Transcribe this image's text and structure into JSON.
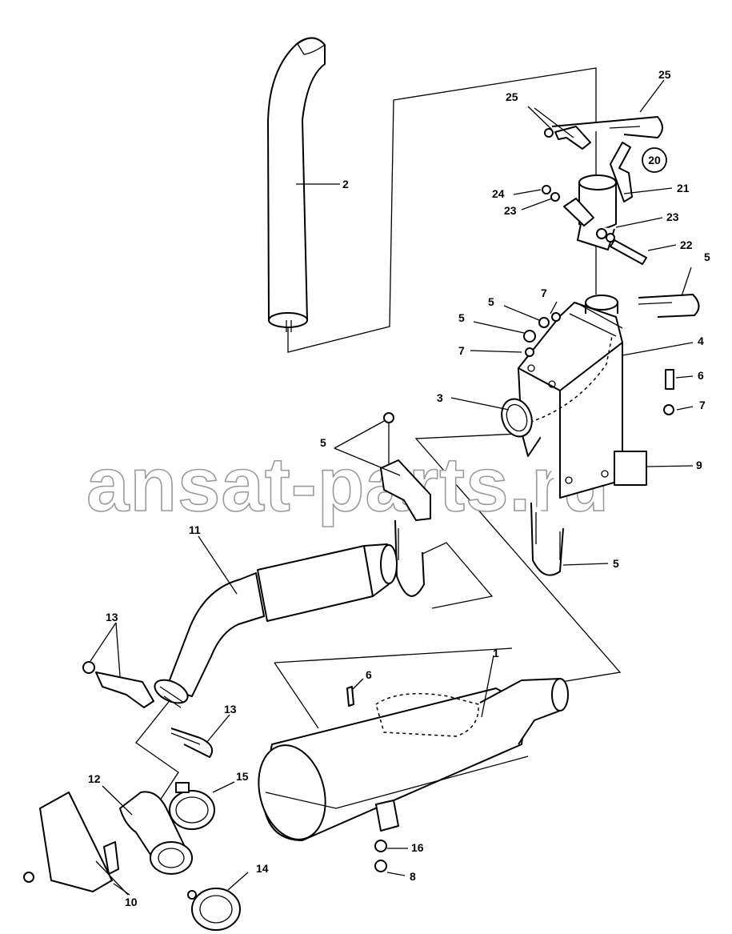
{
  "watermark": "ansat-parts.ru",
  "group_ref": "20",
  "callouts": {
    "c1": "1",
    "c2": "2",
    "c3": "3",
    "c4": "4",
    "c5a": "5",
    "c5b": "5",
    "c5c": "5",
    "c5d": "5",
    "c5e": "5",
    "c6a": "6",
    "c6b": "6",
    "c7a": "7",
    "c7b": "7",
    "c7c": "7",
    "c8": "8",
    "c9": "9",
    "c10": "10",
    "c11": "11",
    "c12": "12",
    "c13a": "13",
    "c13b": "13",
    "c14": "14",
    "c15": "15",
    "c16": "16",
    "c21": "21",
    "c22": "22",
    "c23a": "23",
    "c23b": "23",
    "c24": "24",
    "c25a": "25",
    "c25b": "25"
  }
}
